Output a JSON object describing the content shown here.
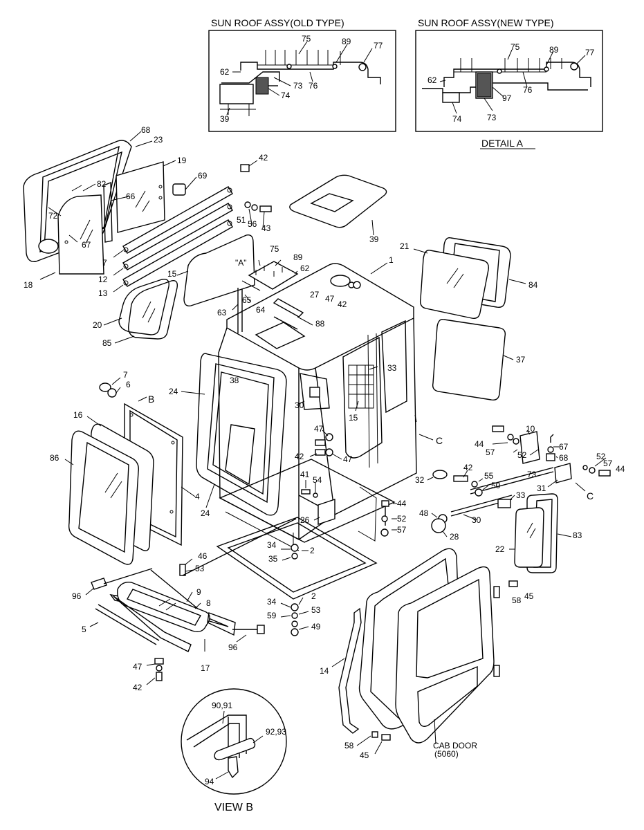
{
  "headers": {
    "old_type": "SUN ROOF ASSY(OLD TYPE)",
    "new_type": "SUN ROOF ASSY(NEW TYPE)",
    "detail_a": "DETAIL A",
    "view_b": "VIEW B",
    "view_b_marker": "B",
    "detail_a_marker": "\"A\"",
    "cab_door_line1": "CAB DOOR",
    "cab_door_line2": "(5060)"
  },
  "callouts": {
    "old_75": "75",
    "old_89": "89",
    "old_77": "77",
    "old_62": "62",
    "old_73": "73",
    "old_76": "76",
    "old_74": "74",
    "old_39": "39",
    "new_75": "75",
    "new_89": "89",
    "new_77": "77",
    "new_62": "62",
    "new_97": "97",
    "new_76": "76",
    "new_74": "74",
    "new_73": "73",
    "p68": "68",
    "p23": "23",
    "p19": "19",
    "p42a": "42",
    "p69": "69",
    "p82": "82",
    "p66": "66",
    "p72": "72",
    "p67a": "67",
    "p56": "56",
    "p43": "43",
    "p51": "51",
    "p7a": "7",
    "p12": "12",
    "p13": "13",
    "p18": "18",
    "p15a": "15",
    "p39": "39",
    "p21": "21",
    "p84": "84",
    "p1": "1",
    "p75": "75",
    "p89": "89",
    "p62": "62",
    "pA": "\"A\"",
    "p27": "27",
    "p47a": "47",
    "p42b": "42",
    "p65": "65",
    "p64": "64",
    "p63": "63",
    "p88": "88",
    "p20": "20",
    "p85": "85",
    "p37": "37",
    "p33a": "33",
    "p38": "38",
    "p30a": "30",
    "p15b": "15",
    "p24a": "24",
    "p7b": "7",
    "p6": "6",
    "pB": "B",
    "p16": "16",
    "p86": "86",
    "p4": "4",
    "p24b": "24",
    "p47b": "47",
    "p42c": "42",
    "p47c": "47",
    "pC1": "C",
    "p44a": "44",
    "p10": "10",
    "p67b": "67",
    "p57a": "57",
    "p52a": "52",
    "p68b": "68",
    "p52b": "52",
    "p57b": "57",
    "p44b": "44",
    "p41": "41",
    "p54": "54",
    "p32": "32",
    "p42d": "42",
    "p55": "55",
    "p73": "73",
    "p31": "31",
    "pC2": "C",
    "p50": "50",
    "p33b": "33",
    "p26": "26",
    "p44c": "44",
    "p52c": "52",
    "p57c": "57",
    "p48": "48",
    "p30b": "30",
    "p28": "28",
    "p22": "22",
    "p83": "83",
    "p34a": "34",
    "p2a": "2",
    "p35": "35",
    "p46": "46",
    "p53a": "53",
    "p96a": "96",
    "p9": "9",
    "p8": "8",
    "p5": "5",
    "p34b": "34",
    "p2b": "2",
    "p59": "59",
    "p53b": "53",
    "p49": "49",
    "p96b": "96",
    "p17": "17",
    "p47d": "47",
    "p42e": "42",
    "p58a": "58",
    "p45a": "45",
    "p14": "14",
    "p58b": "58",
    "p45b": "45",
    "p9091": "90,91",
    "p9293": "92,93",
    "p94": "94"
  }
}
